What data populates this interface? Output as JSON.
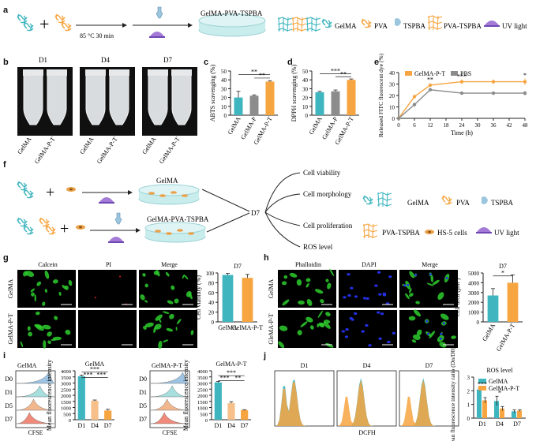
{
  "colors": {
    "teal": "#3fb6bf",
    "orange": "#f7a541",
    "gray": "#8c8c8c",
    "green": "#2ecc2e",
    "blue": "#2430e0",
    "red": "#e02020",
    "light_teal": "#c9ecec"
  },
  "panel_letters": [
    "a",
    "b",
    "c",
    "d",
    "e",
    "f",
    "g",
    "h",
    "i",
    "j"
  ],
  "panel_a": {
    "condition": "85 °C  30 min",
    "product_label": "GelMA-PVA-TSPBA",
    "legend": [
      "GelMA",
      "PVA",
      "TSPBA",
      "PVA-TSPBA",
      "UV light"
    ]
  },
  "panel_b": {
    "days": [
      "D1",
      "D4",
      "D7"
    ],
    "tube_labels": [
      "GelMA",
      "GelMA-P-T"
    ]
  },
  "panel_f": {
    "row_labels": [
      "GelMA",
      "GelMA-PVA-TSPBA"
    ],
    "timepoint": "D7",
    "assays": [
      "Cell viability",
      "Cell morphology",
      "Cell proliferation",
      "ROS level"
    ],
    "legend": [
      "GelMA",
      "PVA",
      "TSPBA",
      "PVA-TSPBA",
      "HS-5 cells",
      "UV light"
    ]
  },
  "panel_g": {
    "columns": [
      "Calcein",
      "PI",
      "Merge"
    ],
    "rows": [
      "GelMA",
      "GelMA-P-T"
    ]
  },
  "panel_h": {
    "columns": [
      "Phalloidin",
      "DAPI",
      "Merge"
    ],
    "rows": [
      "GelMA",
      "GleMA-P-T"
    ]
  },
  "panel_i": {
    "days": [
      "D0",
      "D1",
      "D5",
      "D7"
    ],
    "groups": [
      "GelMA",
      "GelMA-P-T"
    ],
    "xlabel": "CFSE"
  },
  "panel_j": {
    "days": [
      "D1",
      "D4",
      "D7"
    ],
    "xlabel": "DCFH"
  },
  "chart_data": [
    {
      "id": "c",
      "type": "bar",
      "categories": [
        "GelMA",
        "GelMA-P",
        "GelMA-P-T"
      ],
      "values": [
        20,
        22,
        38
      ],
      "errors": [
        7,
        1,
        1
      ],
      "ylabel": "ABTS scavenging (%)",
      "ylim": [
        0,
        50
      ],
      "yticks": [
        0,
        10,
        20,
        30,
        40,
        50
      ],
      "colors": [
        "#3fb6bf",
        "#8c8c8c",
        "#f7a541"
      ],
      "sig": [
        {
          "a": 0,
          "b": 2,
          "label": "**",
          "level": 46
        },
        {
          "a": 1,
          "b": 2,
          "label": "**",
          "level": 42
        }
      ]
    },
    {
      "id": "d",
      "type": "bar",
      "categories": [
        "GelMA",
        "GelMA-P",
        "GelMA-P-T"
      ],
      "values": [
        26,
        27,
        40
      ],
      "errors": [
        1,
        1.5,
        1
      ],
      "ylabel": "DPPH scavenging (%)",
      "ylim": [
        0,
        50
      ],
      "yticks": [
        0,
        10,
        20,
        30,
        40,
        50
      ],
      "colors": [
        "#3fb6bf",
        "#8c8c8c",
        "#f7a541"
      ],
      "sig": [
        {
          "a": 0,
          "b": 2,
          "label": "***",
          "level": 47
        },
        {
          "a": 1,
          "b": 2,
          "label": "**",
          "level": 43.5
        }
      ]
    },
    {
      "id": "e",
      "type": "line",
      "x": [
        0,
        6,
        12,
        24,
        36,
        48
      ],
      "series": [
        {
          "name": "GelMA-P-T",
          "values": [
            0,
            19,
            29,
            32,
            32,
            32
          ],
          "errors": [
            0,
            1.5,
            1,
            2,
            2,
            3
          ],
          "color": "#f7a541"
        },
        {
          "name": "PBS",
          "values": [
            0,
            12,
            25,
            22,
            22,
            22
          ],
          "errors": [
            0,
            1.5,
            1,
            1,
            1,
            2
          ],
          "color": "#8c8c8c"
        }
      ],
      "xlabel": "Time (h)",
      "ylabel": "Released FITC fluorescent dye (%)",
      "xlim": [
        0,
        48
      ],
      "xticks": [
        0,
        6,
        12,
        18,
        24,
        30,
        36,
        42,
        48
      ],
      "ylim": [
        0,
        40
      ],
      "yticks": [
        0,
        10,
        20,
        30,
        40
      ],
      "annotations": [
        {
          "x": 12,
          "y": 32,
          "label": "**"
        },
        {
          "x": 24,
          "y": 35,
          "label": "***"
        },
        {
          "x": 48,
          "y": 36,
          "label": "*"
        }
      ]
    },
    {
      "id": "g",
      "type": "bar",
      "title": "D7",
      "categories": [
        "GelMA",
        "GelMA-P-T"
      ],
      "values": [
        96,
        90
      ],
      "errors": [
        3,
        7
      ],
      "ylabel": "Cell viability (%)",
      "ylim": [
        0,
        100
      ],
      "yticks": [
        0,
        20,
        40,
        60,
        80,
        100
      ],
      "colors": [
        "#3fb6bf",
        "#f7a541"
      ]
    },
    {
      "id": "h",
      "type": "bar",
      "title": "D7",
      "categories": [
        "GelMA",
        "GelMA-P-T"
      ],
      "values": [
        2700,
        4000
      ],
      "errors": [
        700,
        800
      ],
      "ylabel": "Cell area (μm²)",
      "ylim": [
        0,
        5000
      ],
      "yticks": [
        0,
        1000,
        2000,
        3000,
        4000,
        5000
      ],
      "colors": [
        "#3fb6bf",
        "#f7a541"
      ],
      "sig": [
        {
          "a": 0,
          "b": 1,
          "label": "*",
          "level": 4700
        }
      ]
    },
    {
      "id": "i1",
      "type": "bar",
      "title": "GelMA",
      "categories": [
        "D1",
        "D4",
        "D7"
      ],
      "values": [
        3550,
        1550,
        750
      ],
      "errors": [
        100,
        60,
        100
      ],
      "ylabel": "Mean fluorescence intensity",
      "ylim": [
        0,
        4000
      ],
      "yticks": [
        0,
        500,
        1000,
        1500,
        2000,
        2500,
        3000,
        3500,
        4000
      ],
      "colors": [
        "#3fb6bf",
        "#f7c08a",
        "#f7a541"
      ],
      "sig": [
        {
          "a": 0,
          "b": 2,
          "label": "***",
          "level": 3900
        },
        {
          "a": 0,
          "b": 1,
          "label": "***",
          "level": 3450
        },
        {
          "a": 1,
          "b": 2,
          "label": "***",
          "level": 3450
        }
      ]
    },
    {
      "id": "i2",
      "type": "bar",
      "title": "GelMA-P-T",
      "categories": [
        "D1",
        "D4",
        "D7"
      ],
      "values": [
        3050,
        1350,
        780
      ],
      "errors": [
        80,
        120,
        40
      ],
      "ylabel": "Mean fluorescence intensity",
      "ylim": [
        0,
        4000
      ],
      "yticks": [
        0,
        500,
        1000,
        1500,
        2000,
        2500,
        3000,
        3500,
        4000
      ],
      "colors": [
        "#3fb6bf",
        "#f7c08a",
        "#f7a541"
      ],
      "sig": [
        {
          "a": 0,
          "b": 2,
          "label": "***",
          "level": 3600
        },
        {
          "a": 0,
          "b": 1,
          "label": "***",
          "level": 3200
        },
        {
          "a": 1,
          "b": 2,
          "label": "**",
          "level": 3200
        }
      ]
    },
    {
      "id": "j",
      "type": "bar",
      "title": "ROS level",
      "categories": [
        "D1",
        "D4",
        "D7"
      ],
      "series": [
        {
          "name": "GelMA",
          "values": [
            2.1,
            1.25,
            0.5
          ],
          "errors": [
            0.1,
            0.35,
            0.1
          ],
          "color": "#3fb6bf"
        },
        {
          "name": "GelMA-P-T",
          "values": [
            1.3,
            0.7,
            0.55
          ],
          "errors": [
            0.2,
            0.15,
            0.05
          ],
          "color": "#f7a541"
        }
      ],
      "ylabel": "Mean fluorescence intensity ratio (Dn/D0)",
      "ylim": [
        0,
        3
      ],
      "yticks": [
        0,
        1,
        2,
        3
      ],
      "sig": [
        {
          "cat": 0,
          "label": "***",
          "level": 2.35
        },
        {
          "cat": 1,
          "label": "*",
          "level": 1.7
        }
      ]
    }
  ]
}
